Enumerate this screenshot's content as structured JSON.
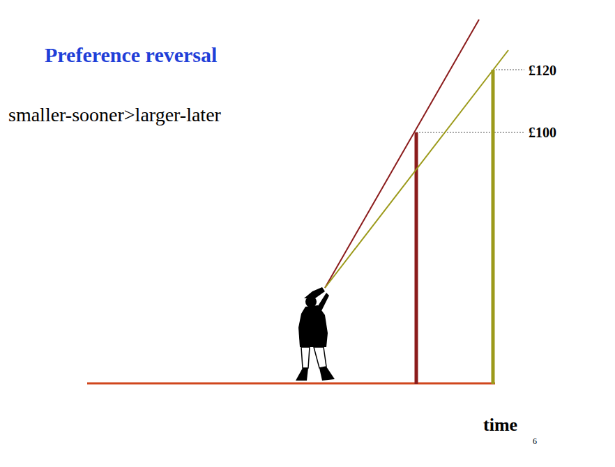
{
  "diagram": {
    "title": "Preference reversal",
    "labels": [
      "smaller-sooner>larger-later",
      "£120",
      "£100",
      "time",
      "6"
    ]
  }
}
